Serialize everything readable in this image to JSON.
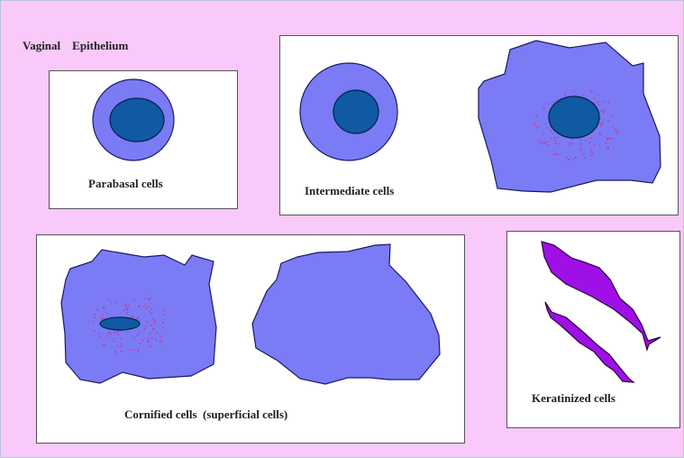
{
  "title": "Vaginal    Epithelium",
  "captions": {
    "parabasal": "Parabasal cells",
    "intermediate": "Intermediate cells",
    "cornified": "Cornified cells  (superficial cells)",
    "keratinized": "Keratinized cells"
  },
  "colors": {
    "background": "#f9c9f9",
    "cytoplasm": "#7b7bf5",
    "nucleus": "#0f5aa3",
    "granules": "#c0399b",
    "keratinized": "#9e10e6"
  }
}
